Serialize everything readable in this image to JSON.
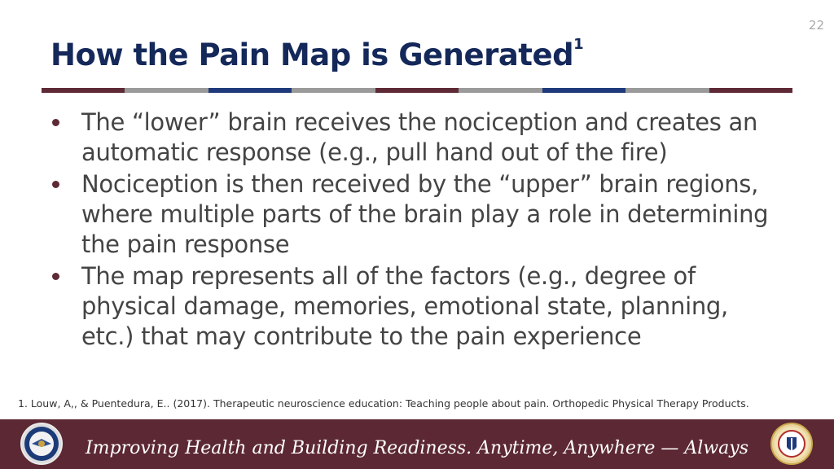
{
  "slide": {
    "number": "22",
    "title": "How the Pain Map is Generated",
    "title_superscript": "1"
  },
  "bullets": [
    "The “lower” brain receives the nociception and creates an automatic response (e.g., pull hand out of the fire)",
    "Nociception is then received by the “upper”  brain regions, where multiple parts of the brain play a role in determining the pain response",
    "The map represents all of the factors (e.g., degree of physical damage, memories, emotional state, planning, etc.) that may contribute to the pain experience"
  ],
  "footnote": "1. Louw, A,, & Puentedura, E.. (2017). Therapeutic neuroscience education: Teaching people about pain. Orthopedic Physical Therapy Products.",
  "footer": {
    "tagline": "Improving Health and Building Readiness. Anytime, Anywhere — Always",
    "left_logo_icon": "department-of-defense-seal-icon",
    "right_logo_icon": "defense-health-agency-seal-icon"
  },
  "colors": {
    "title": "#14285a",
    "body_text": "#444444",
    "bullet": "#5e2a36",
    "footer_bg": "#5c2833",
    "stripe": [
      "#5e2a36",
      "#9a9a9a",
      "#1f3a7a",
      "#9a9a9a",
      "#5e2a36",
      "#9a9a9a",
      "#1f3a7a",
      "#9a9a9a",
      "#5e2a36"
    ]
  }
}
